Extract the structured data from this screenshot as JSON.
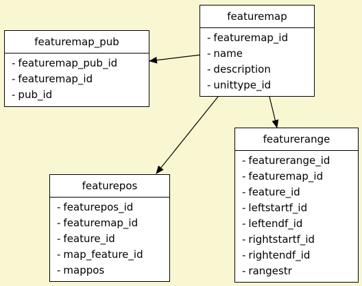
{
  "colors": {
    "background": "#f9f7d1",
    "box_fill": "#ffffff",
    "line": "#000000"
  },
  "entities": {
    "featuremap": {
      "title": "featuremap",
      "fields": [
        "featuremap_id",
        "name",
        "description",
        "unittype_id"
      ]
    },
    "featuremap_pub": {
      "title": "featuremap_pub",
      "fields": [
        "featuremap_pub_id",
        "featuremap_id",
        "pub_id"
      ]
    },
    "featurepos": {
      "title": "featurepos",
      "fields": [
        "featurepos_id",
        "featuremap_id",
        "feature_id",
        "map_feature_id",
        "mappos"
      ]
    },
    "featurerange": {
      "title": "featurerange",
      "fields": [
        "featurerange_id",
        "featuremap_id",
        "feature_id",
        "leftstartf_id",
        "leftendf_id",
        "rightstartf_id",
        "rightendf_id",
        "rangestr"
      ]
    }
  },
  "relationships": [
    {
      "from": "featuremap",
      "to": "featuremap_pub"
    },
    {
      "from": "featuremap",
      "to": "featurepos"
    },
    {
      "from": "featuremap",
      "to": "featurerange"
    }
  ]
}
